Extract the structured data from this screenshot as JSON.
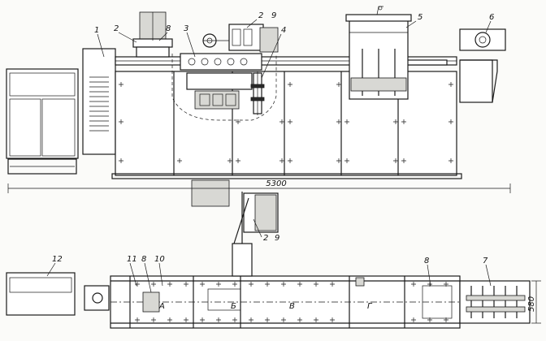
{
  "front_view": {
    "labels": [
      "1",
      "2",
      "8",
      "3",
      "2",
      "9",
      "4",
      "5",
      "6"
    ],
    "dimension": "5300"
  },
  "plan_view": {
    "labels": [
      "12",
      "11",
      "8",
      "10",
      "8",
      "7"
    ],
    "zone_letters": [
      "А",
      "Б",
      "В",
      "Г"
    ],
    "dimension": "580",
    "drive_labels": [
      "2",
      "9"
    ]
  }
}
